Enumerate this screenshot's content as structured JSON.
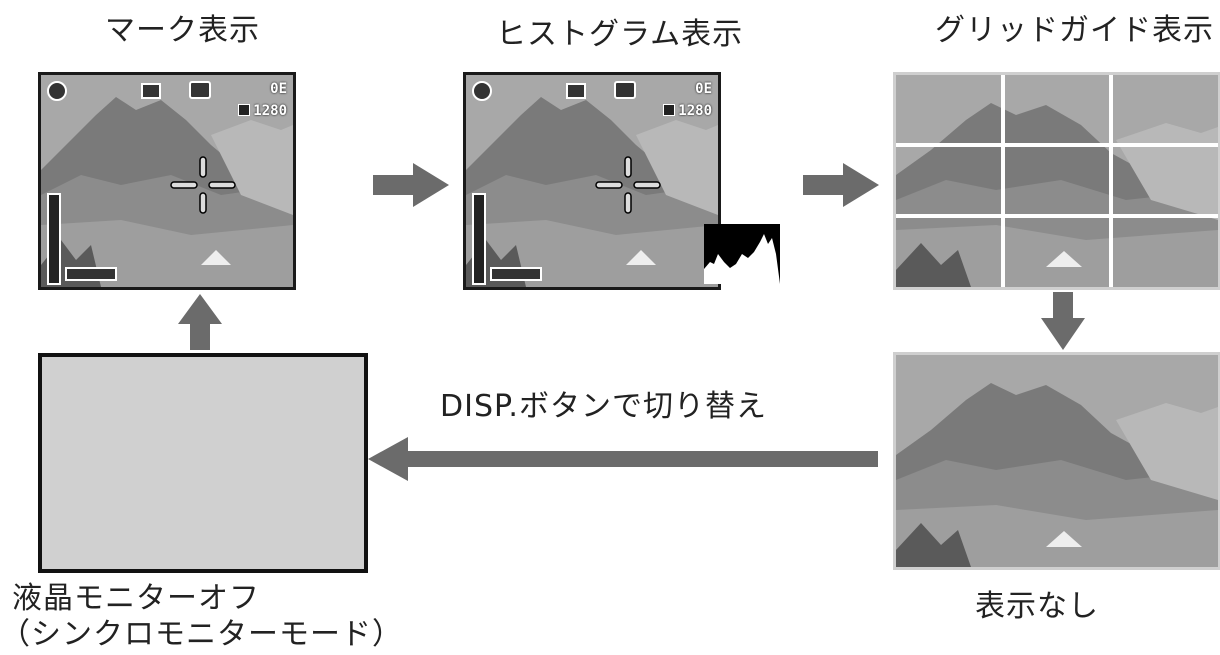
{
  "labels": {
    "mark_display": "マーク表示",
    "histogram_display": "ヒストグラム表示",
    "grid_guide_display": "グリッドガイド表示",
    "no_display": "表示なし",
    "monitor_off_line1": "液晶モニターオフ",
    "monitor_off_line2": "（シンクロモニターモード）",
    "switch_caption": "DISP.ボタンで切り替え"
  },
  "osd": {
    "resolution": "1280",
    "quality": "0E"
  },
  "colors": {
    "arrow": "#6b6b6b",
    "screen_border": "#1a1a1a",
    "monitor_off_fill": "#d0d0d0",
    "grid_line": "#ffffff"
  }
}
